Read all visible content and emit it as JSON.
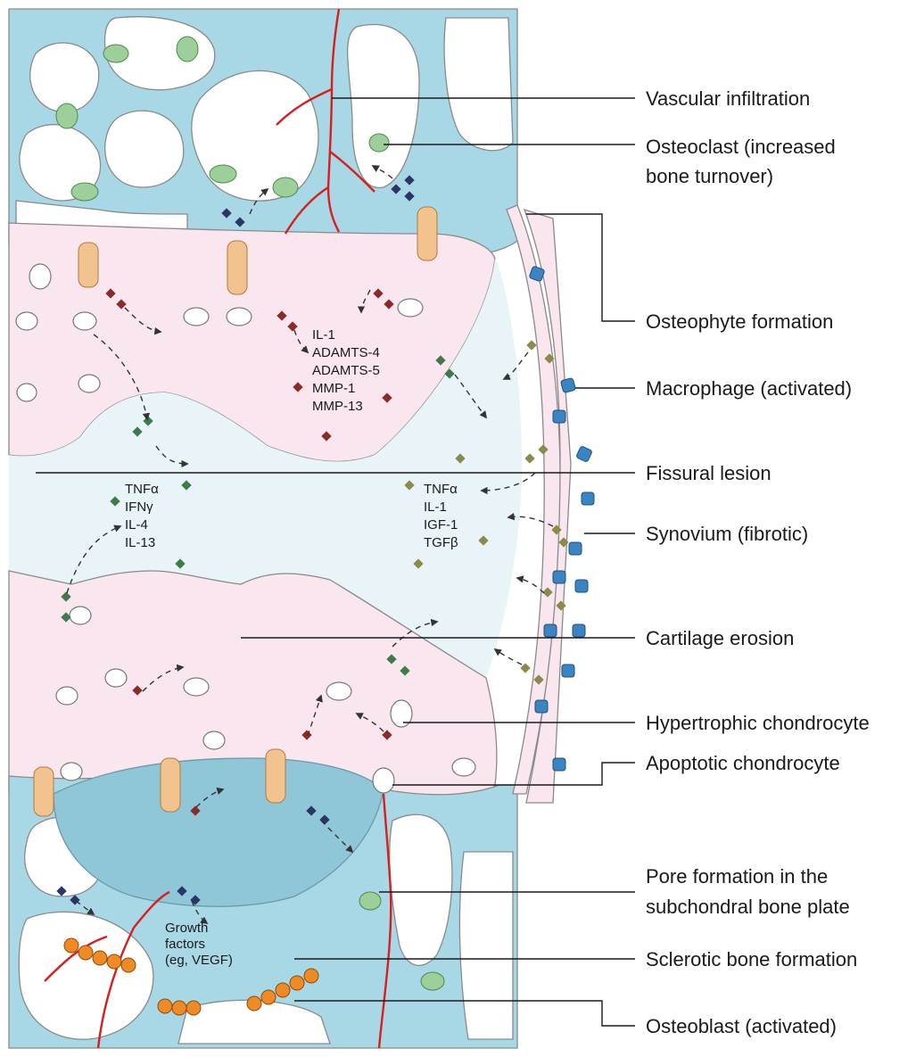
{
  "labels": {
    "vascular": "Vascular infiltration",
    "osteoclast_1": "Osteoclast (increased",
    "osteoclast_2": "bone turnover)",
    "osteophyte": "Osteophyte formation",
    "macrophage": "Macrophage (activated)",
    "fissural": "Fissural lesion",
    "synovium": "Synovium (fibrotic)",
    "erosion": "Cartilage erosion",
    "hypertrophic": "Hypertrophic chondrocyte",
    "apoptotic": "Apoptotic chondrocyte",
    "pore_1": "Pore formation in the",
    "pore_2": "subchondral bone plate",
    "sclerotic": "Sclerotic bone formation",
    "osteoblast": "Osteoblast (activated)"
  },
  "mediators": {
    "cartilage_upper": [
      "IL-1",
      "ADAMTS-4",
      "ADAMTS-5",
      "MMP-1",
      "MMP-13"
    ],
    "left_cluster": [
      "TNFα",
      "IFNγ",
      "IL-4",
      "IL-13"
    ],
    "synovial": [
      "TNFα",
      "IL-1",
      "IGF-1",
      "TGFβ"
    ],
    "growth_factors": [
      "Growth",
      "factors",
      "(eg, VEGF)"
    ]
  },
  "colors": {
    "bone": "#a8d8e6",
    "cartilage": "#f9e6ee",
    "joint_space": "#e8f4f8",
    "vessel": "#d81e1e",
    "osteoclast": "#9ccf9a",
    "macrophage": "#3a84c4",
    "osteoblast": "#f08a24",
    "chondrocyte_cluster": "#f2c38f"
  }
}
